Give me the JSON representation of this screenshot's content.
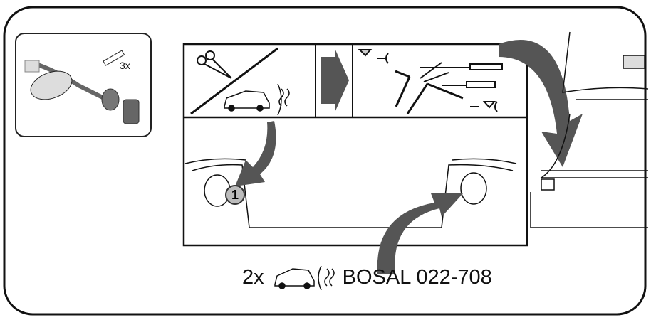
{
  "kit": {
    "fuse_quantity": "3x"
  },
  "step": {
    "marker": "1"
  },
  "caption": {
    "quantity": "2x",
    "reference": "BOSAL 022-708"
  },
  "colors": {
    "line": "#111111",
    "arrow": "#555555",
    "fill": "#dddddd"
  }
}
